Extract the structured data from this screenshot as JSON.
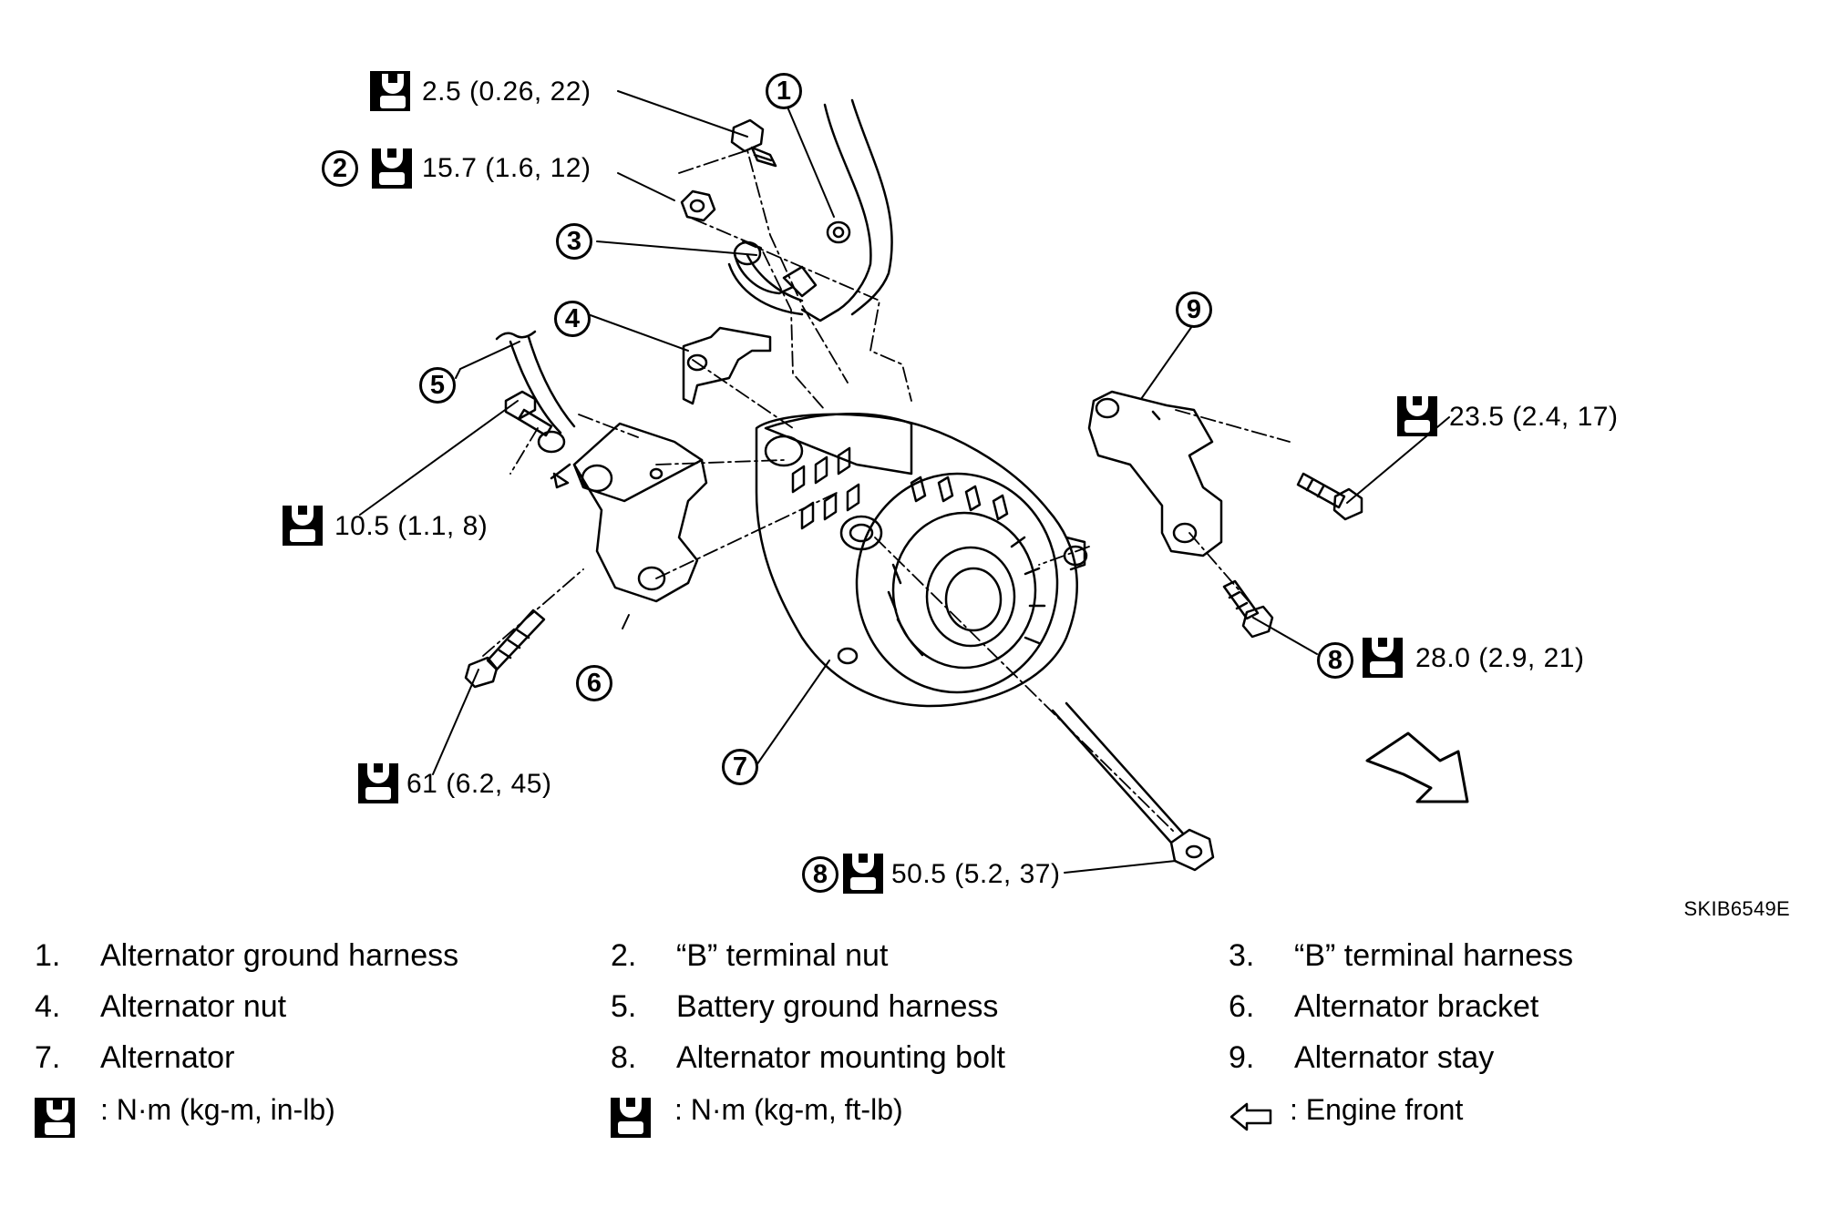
{
  "diagram": {
    "code": "SKIB6549E",
    "torque_labels": {
      "t1": "2.5 (0.26, 22)",
      "t2": "15.7 (1.6, 12)",
      "t3": "10.5 (1.1, 8)",
      "t4": "23.5 (2.4, 17)",
      "t5": "28.0 (2.9, 21)",
      "t6": "61 (6.2, 45)",
      "t7": "50.5 (5.2, 37)"
    },
    "callouts": [
      "1",
      "2",
      "3",
      "4",
      "5",
      "6",
      "7",
      "8",
      "8",
      "9"
    ]
  },
  "legend": {
    "items": [
      {
        "num": "1.",
        "text": "Alternator ground harness"
      },
      {
        "num": "2.",
        "text": "“B” terminal nut"
      },
      {
        "num": "3.",
        "text": "“B” terminal harness"
      },
      {
        "num": "4.",
        "text": "Alternator nut"
      },
      {
        "num": "5.",
        "text": "Battery ground harness"
      },
      {
        "num": "6.",
        "text": "Alternator bracket"
      },
      {
        "num": "7.",
        "text": "Alternator"
      },
      {
        "num": "8.",
        "text": "Alternator mounting bolt"
      },
      {
        "num": "9.",
        "text": "Alternator stay"
      }
    ],
    "symbols": {
      "in_lb": ": N·m (kg-m, in-lb)",
      "ft_lb": ": N·m (kg-m, ft-lb)",
      "front": ": Engine front"
    }
  },
  "icons": [
    "torque-wrench-icon",
    "engine-front-arrow-icon"
  ]
}
